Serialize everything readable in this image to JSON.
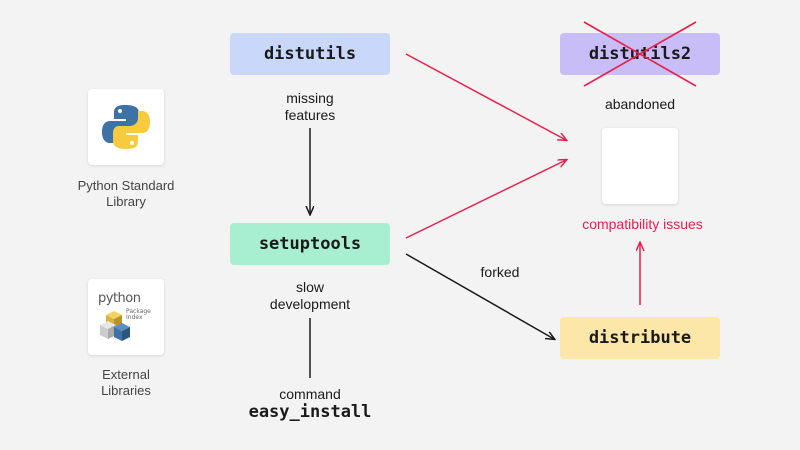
{
  "nodes": {
    "distutils": "distutils",
    "distutils2": "distutils2",
    "setuptools": "setuptools",
    "distribute": "distribute"
  },
  "labels": {
    "missing_features_1": "missing",
    "missing_features_2": "features",
    "abandoned": "abandoned",
    "slow_development_1": "slow",
    "slow_development_2": "development",
    "forked": "forked",
    "compatibility_issues": "compatibility issues",
    "command": "command",
    "easy_install": "easy_install"
  },
  "sidebar": {
    "python_standard_library_1": "Python Standard",
    "python_standard_library_2": "Library",
    "external_libraries_1": "External",
    "external_libraries_2": "Libraries",
    "pypi_logo_text": "python",
    "pypi_logo_small_1": "Package",
    "pypi_logo_small_2": "Index"
  },
  "colors": {
    "distutils": "#c8d7fa",
    "distutils2": "#c9bdf7",
    "setuptools": "#a8efd2",
    "distribute": "#fce7a8",
    "red_accent": "#e8204e",
    "arrow_dark": "#1a1a1a"
  },
  "icons": [
    "python-logo-icon",
    "pypi-logo-icon",
    "cross-out-icon"
  ]
}
